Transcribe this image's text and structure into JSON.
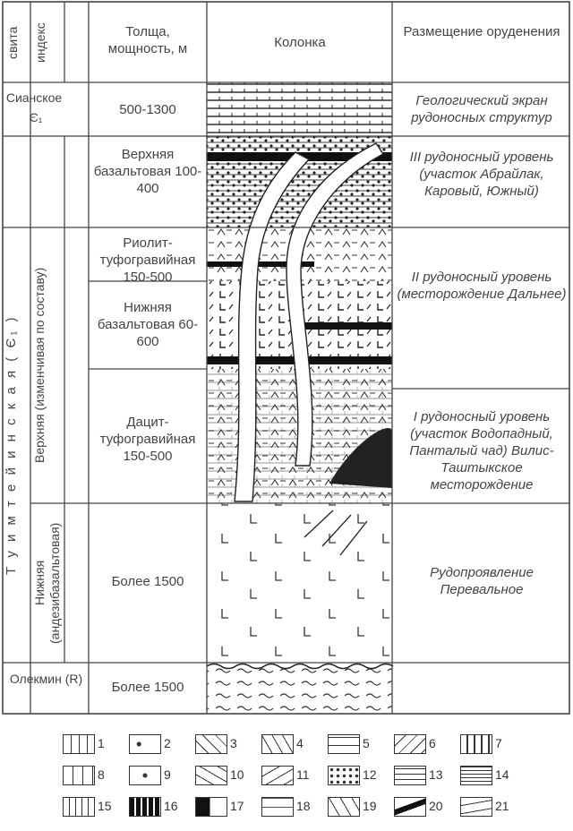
{
  "headers": {
    "suite": "свита",
    "index": "индекс",
    "thickness": "Толща, мощность, м",
    "column": "Колонка",
    "ore": "Размещение оруденения"
  },
  "rows": [
    {
      "suite": "Сианское",
      "index": "Є₁",
      "thickness": "500-1300",
      "ore": "Геологический экран рудоносных структур"
    },
    {
      "thickness": "Верхняя базальтовая 100-400",
      "ore": "III рудоносный уровень (участок Абрайлак, Каровый, Южный)"
    },
    {
      "thickness": "Риолит-туфогравийная 150-500",
      "ore": "II рудоносный уровень (месторождение Дальнее)"
    },
    {
      "thickness": "Нижняя базальтовая 60-600"
    },
    {
      "thickness": "Дацит-туфогравийная 150-500",
      "ore": "I рудоносный уровень (участок Водопадный, Панталый чад) Вилис-Таштыкское месторождение"
    },
    {
      "subsuite": "Нижняя (андезибазальтовая)",
      "thickness": "Более 1500",
      "ore": "Рудопроявление Перевальное"
    },
    {
      "suite": "Олекмин (R)",
      "thickness": "Более 1500",
      "ore": ""
    }
  ],
  "vertical": {
    "formation": "Т у и м т е й и н с к а я ( Є₁ )",
    "upper": "Верхняя (изменчивая по составу)"
  },
  "legend": {
    "items": [
      "1",
      "2",
      "3",
      "4",
      "5",
      "6",
      "7",
      "8",
      "9",
      "10",
      "11",
      "12",
      "13",
      "14",
      "15",
      "16",
      "17",
      "18",
      "19",
      "20",
      "21"
    ]
  }
}
